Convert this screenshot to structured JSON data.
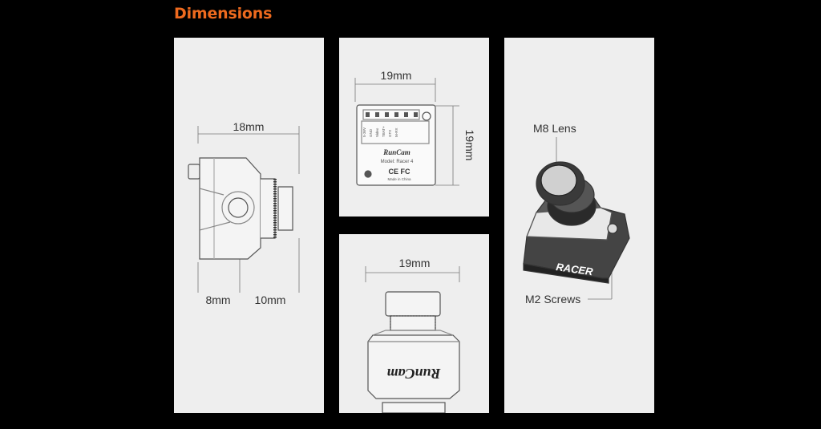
{
  "title": "Dimensions",
  "side_view": {
    "width_label": "18mm",
    "left_label": "8mm",
    "right_label": "10mm"
  },
  "back_view": {
    "width_label": "19mm",
    "height_label": "19mm",
    "pin_labels": [
      "5-36V",
      "GND",
      "Video",
      "TBAT+",
      "GTX",
      "M-RX"
    ],
    "brand": "RunCam",
    "model": "Model: Racer 4",
    "cert": "CE FC",
    "origin": "Made in China"
  },
  "top_view": {
    "width_label": "19mm",
    "brand": "RunCam"
  },
  "iso_view": {
    "lens_label": "M8 Lens",
    "screw_label": "M2 Screws",
    "brand": "RACER"
  },
  "colors": {
    "title": "#ee6a1e",
    "panel": "#eeeeee",
    "background": "#000000"
  }
}
